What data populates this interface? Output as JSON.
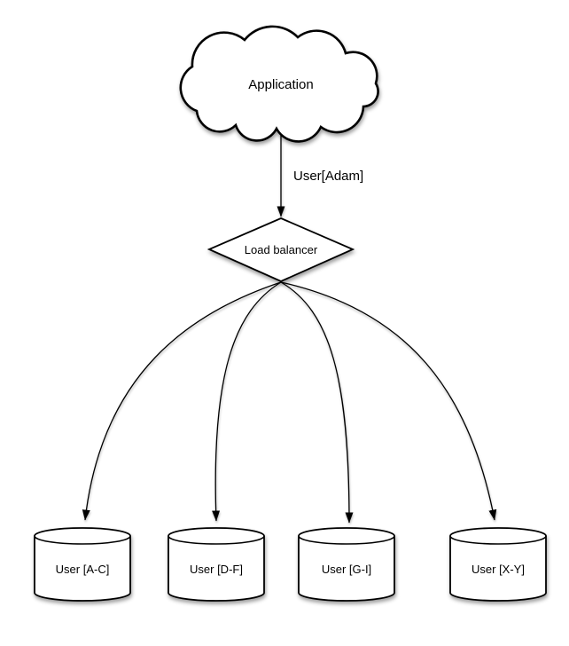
{
  "diagram": {
    "application": {
      "type": "cloud",
      "label": "Application"
    },
    "edge_app_to_lb": {
      "label": "User[Adam]"
    },
    "load_balancer": {
      "type": "diamond",
      "label": "Load balancer"
    },
    "databases": [
      {
        "type": "cylinder",
        "label": "User [A-C]"
      },
      {
        "type": "cylinder",
        "label": "User [D-F]"
      },
      {
        "type": "cylinder",
        "label": "User [G-I]"
      },
      {
        "type": "cylinder",
        "label": "User [X-Y]"
      }
    ],
    "colors": {
      "background": "#ffffff",
      "node_fill": "#ffffff",
      "line": "#000000",
      "text": "#000000"
    }
  }
}
